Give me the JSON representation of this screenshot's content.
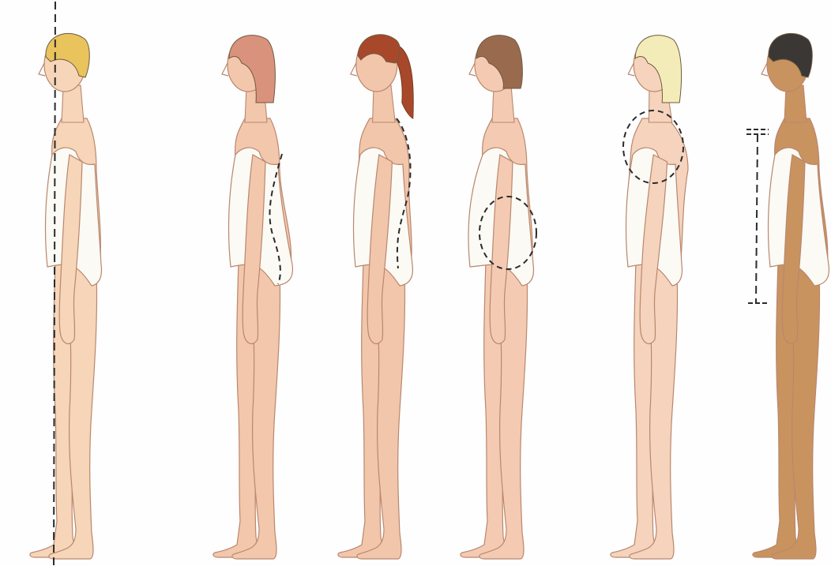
{
  "figures": [
    {
      "id": "figure-1",
      "skin": "#f6d5b8",
      "hair": "#e9c35c",
      "hair_style": "short",
      "marker": "plumb-line"
    },
    {
      "id": "figure-2",
      "skin": "#f3c7ac",
      "hair": "#d9927c",
      "hair_style": "bob",
      "marker": "lumbar-curve"
    },
    {
      "id": "figure-3",
      "skin": "#f2c6ab",
      "hair": "#a8482a",
      "hair_style": "ponytail",
      "marker": "spine-curve"
    },
    {
      "id": "figure-4",
      "skin": "#f4cbb2",
      "hair": "#9a6a4e",
      "hair_style": "short-bob",
      "marker": "abdomen-circle"
    },
    {
      "id": "figure-5",
      "skin": "#f5d3bc",
      "hair": "#f4ecb8",
      "hair_style": "bob",
      "marker": "upper-back-circle"
    },
    {
      "id": "figure-6",
      "skin": "#c9935f",
      "hair": "#3b3734",
      "hair_style": "short",
      "marker": "torso-length-bracket"
    }
  ],
  "colors": {
    "background": "#fefefe",
    "leotard": "#fbfaf5",
    "outline": "#b9876e",
    "marker": "#2b2b2b"
  }
}
